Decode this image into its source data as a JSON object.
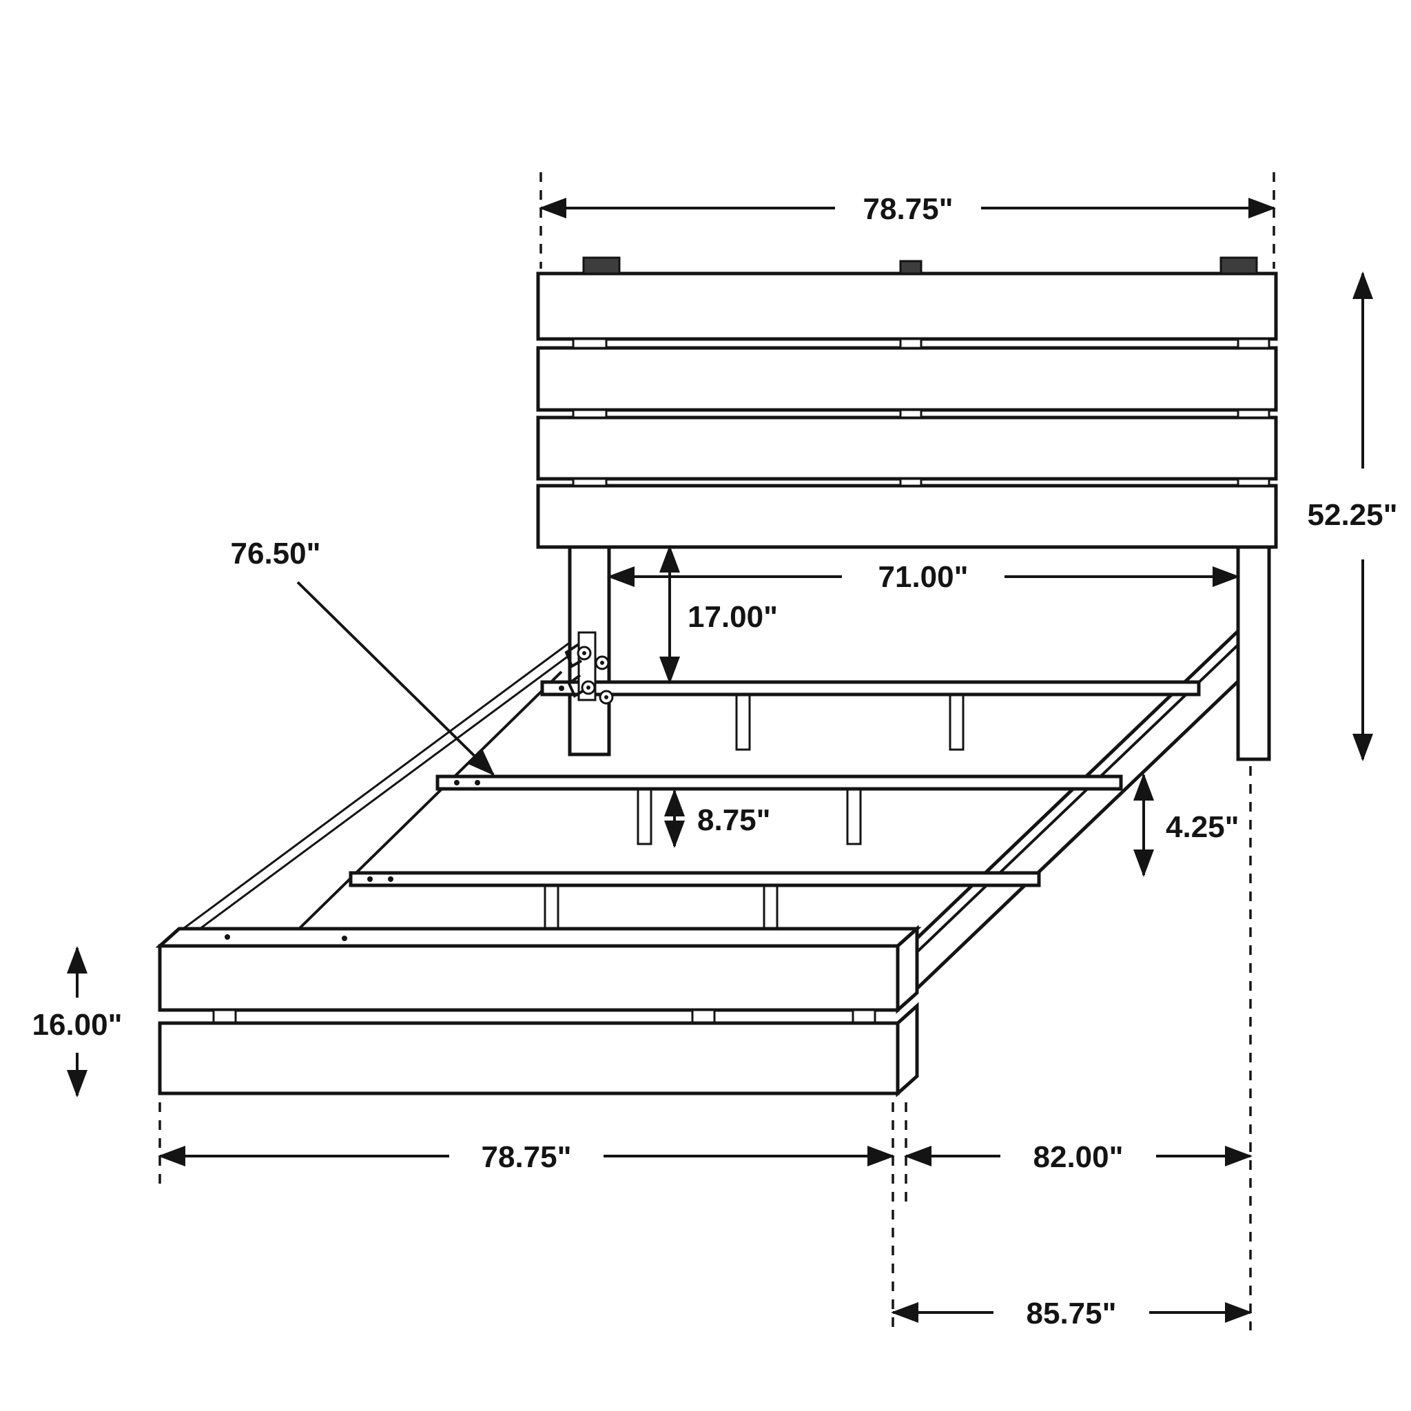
{
  "diagram": {
    "title": "Bed frame dimension diagram",
    "dims": {
      "headboard_width": "78.75\"",
      "headboard_height": "52.25\"",
      "slat_length": "76.50\"",
      "inner_width": "71.00\"",
      "headboard_to_slat": "17.00\"",
      "slat_clearance": "8.75\"",
      "rail_height": "4.25\"",
      "footboard_height": "16.00\"",
      "footboard_width": "78.75\"",
      "frame_length": "82.00\"",
      "overall_length": "85.75\""
    },
    "colors": {
      "line": "#141414",
      "background": "#ffffff"
    }
  }
}
